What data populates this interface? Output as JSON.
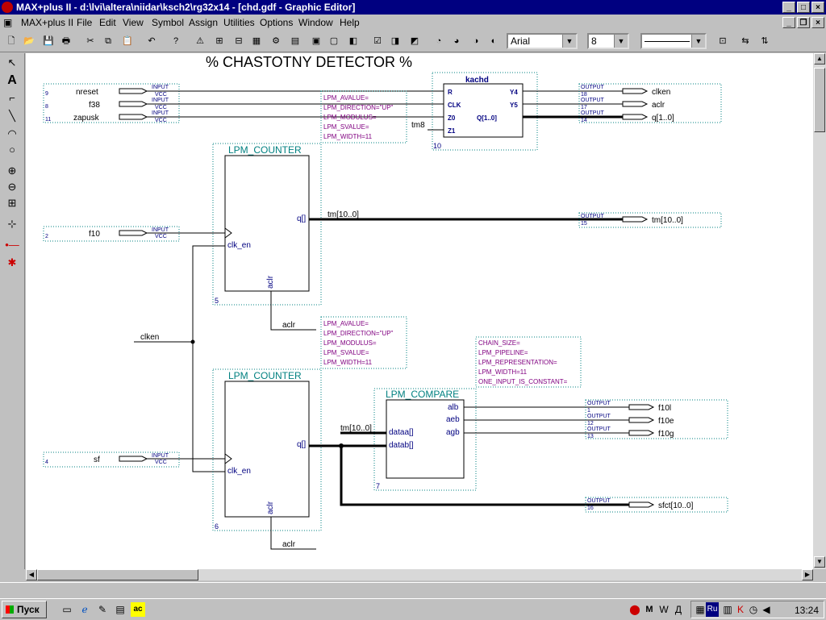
{
  "window": {
    "title": "MAX+plus II - d:\\lvi\\altera\\niidar\\ksch2\\rg32x14 - [chd.gdf - Graphic Editor]"
  },
  "menu": {
    "items": [
      "MAX+plus II",
      "File",
      "Edit",
      "View",
      "Symbol",
      "Assign",
      "Utilities",
      "Options",
      "Window",
      "Help"
    ]
  },
  "toolbar": {
    "font": "Arial",
    "size": "8"
  },
  "schematic": {
    "title": "% CHASTOTNY DETECTOR %",
    "inputs": {
      "nreset": {
        "name": "nreset",
        "num": "9"
      },
      "f38": {
        "name": "f38",
        "num": "8"
      },
      "zapusk": {
        "name": "zapusk",
        "num": "11"
      },
      "f10": {
        "name": "f10",
        "num": "2"
      },
      "sf": {
        "name": "sf",
        "num": "4"
      }
    },
    "pin_in": "INPUT",
    "pin_vcc": "VCC",
    "pin_out": "OUTPUT",
    "outputs": {
      "clken": {
        "name": "clken",
        "num": "18"
      },
      "aclr": {
        "name": "aclr",
        "num": "17"
      },
      "q": {
        "name": "q[1..0]",
        "num": "14"
      },
      "tm": {
        "name": "tm[10..0]",
        "num": "15"
      },
      "f10l": {
        "name": "f10l",
        "num": "1"
      },
      "f10e": {
        "name": "f10e",
        "num": "12"
      },
      "f10g": {
        "name": "f10g",
        "num": "13"
      },
      "sfct": {
        "name": "sfct[10..0]",
        "num": "16"
      }
    },
    "kachd": {
      "name": "kachd",
      "pins_left": [
        "R",
        "CLK",
        "Z0",
        "Z1"
      ],
      "pins_right": [
        "Y4",
        "Y5",
        "Q[1..0]"
      ],
      "num": "10"
    },
    "counter1": {
      "title": "LPM_COUNTER",
      "clk": "clk_en",
      "q": "q[]",
      "aclr": "aclr",
      "num": "5"
    },
    "counter2": {
      "title": "LPM_COUNTER",
      "clk": "clk_en",
      "q": "q[]",
      "aclr": "aclr",
      "num": "6"
    },
    "compare": {
      "title": "LPM_COMPARE",
      "pins_left": [
        "dataa[]",
        "datab[]"
      ],
      "pins_right": [
        "alb",
        "aeb",
        "agb"
      ],
      "num": "7"
    },
    "params_counter": [
      "LPM_AVALUE=",
      "LPM_DIRECTION=\"UP\"",
      "LPM_MODULUS=",
      "LPM_SVALUE=",
      "LPM_WIDTH=11"
    ],
    "params_compare": [
      "CHAIN_SIZE=",
      "LPM_PIPELINE=",
      "LPM_REPRESENTATION=",
      "LPM_WIDTH=11",
      "ONE_INPUT_IS_CONSTANT="
    ],
    "nets": {
      "tm8": "tm8",
      "tm_bus": "tm[10..0]",
      "clken": "clken",
      "aclr": "aclr"
    }
  },
  "taskbar": {
    "start": "Пуск",
    "clock": "13:24",
    "lang": "Ru"
  }
}
